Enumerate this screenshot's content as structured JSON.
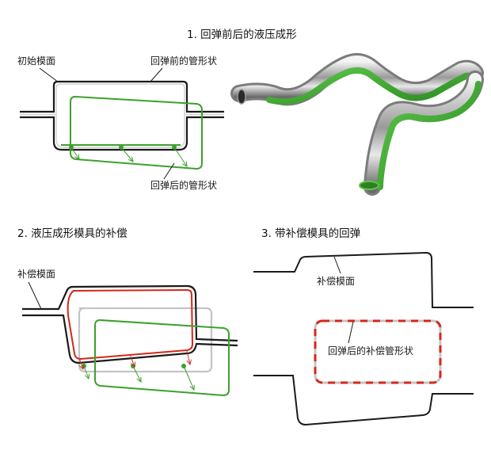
{
  "colors": {
    "die": "#1a1a1a",
    "die_inner": "#bfbfbf",
    "tube": "#3da02e",
    "compensated": "#d62718",
    "gray_outline": "#c4c4c4",
    "arrow": "#c0392b"
  },
  "panel1": {
    "heading": "1. 回弹前后的液压成形",
    "label_initial_die": "初始模面",
    "label_before_springback": "回弹前的管形状",
    "label_after_springback": "回弹后的管形状"
  },
  "panel2": {
    "heading": "2. 液压成形模具的补偿",
    "label_compensated_die": "补偿模面"
  },
  "panel3": {
    "heading": "3. 带补偿模具的回弹",
    "label_compensated_die": "补偿模面",
    "label_compensated_tube": "回弹后的补偿管形状"
  }
}
